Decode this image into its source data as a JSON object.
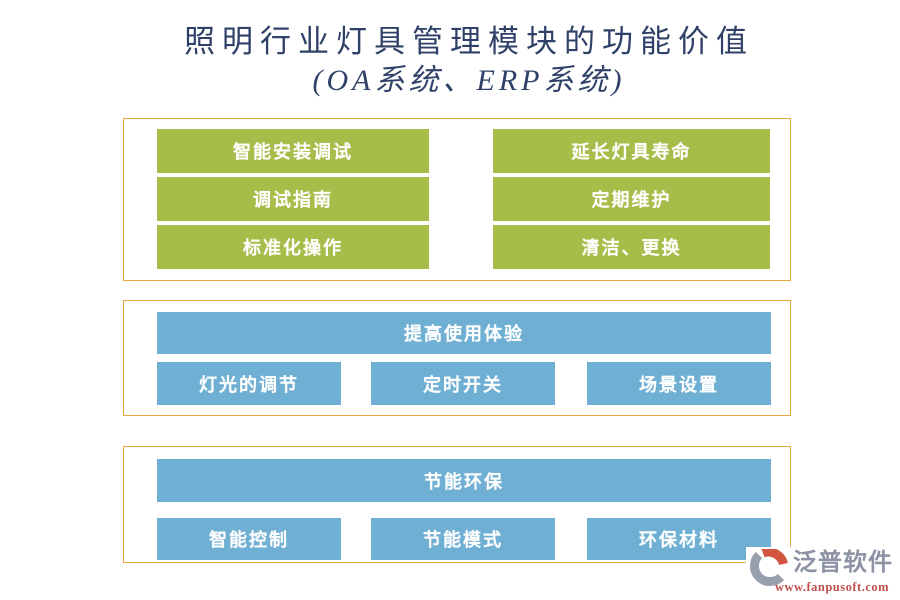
{
  "title": {
    "line1": "照明行业灯具管理模块的功能价值",
    "line2": "(OA系统、ERP系统)"
  },
  "section_install": {
    "left": [
      "智能安装调试",
      "调试指南",
      "标准化操作"
    ],
    "right": [
      "延长灯具寿命",
      "定期维护",
      "清洁、更换"
    ]
  },
  "section_experience": {
    "header": "提高使用体验",
    "items": [
      "灯光的调节",
      "定时开关",
      "场景设置"
    ]
  },
  "section_energy": {
    "header": "节能环保",
    "items": [
      "智能控制",
      "节能模式",
      "环保材料"
    ]
  },
  "logo": {
    "brand": "泛普软件",
    "url": "www.fanpusoft.com"
  },
  "colors": {
    "node_green": "#A7BD49",
    "node_blue": "#6FAFD3",
    "frame_gold": "#E8A93E",
    "title_navy": "#2F4168",
    "logo_text_gray": "#8C93A4",
    "logo_url_red": "#C0504D",
    "logo_icon_orange": "#D2553F",
    "logo_icon_gray": "#98A0AE"
  }
}
